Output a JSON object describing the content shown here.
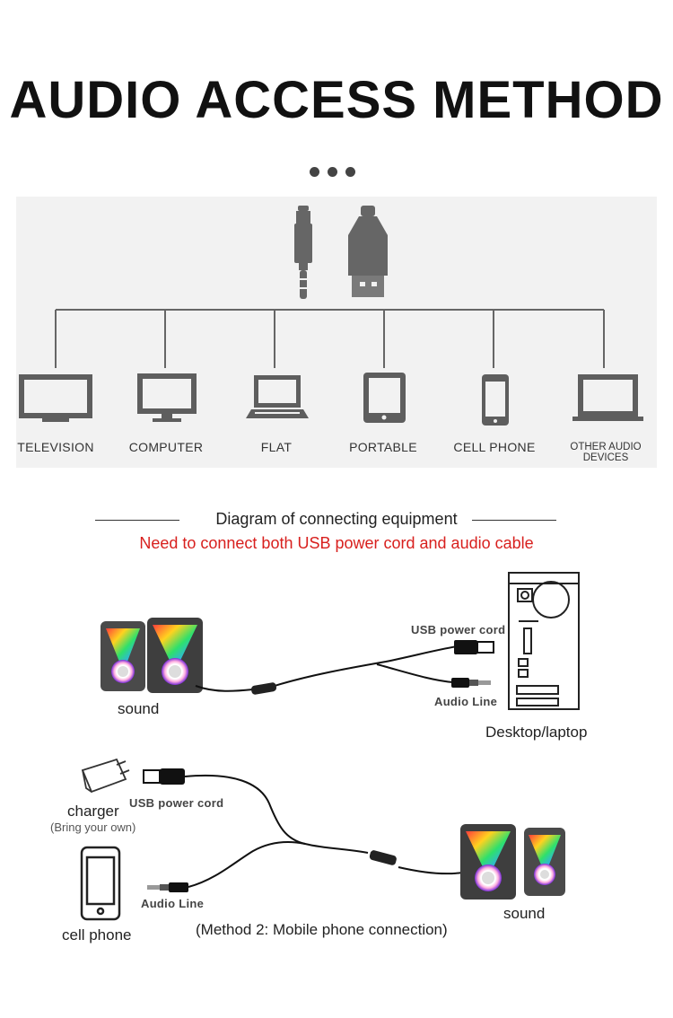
{
  "title": "AUDIO ACCESS METHOD",
  "devices": [
    {
      "label": "TELEVISION",
      "icon": "television-icon"
    },
    {
      "label": "COMPUTER",
      "icon": "computer-icon"
    },
    {
      "label": "FLAT",
      "icon": "laptop-icon"
    },
    {
      "label": "PORTABLE",
      "icon": "tablet-icon"
    },
    {
      "label": "CELL PHONE",
      "icon": "cell-phone-icon"
    },
    {
      "label": "OTHER AUDIO DEVICES",
      "icon": "monitor-icon"
    }
  ],
  "connectors": [
    {
      "icon": "audio-jack-icon"
    },
    {
      "icon": "usb-plug-icon"
    }
  ],
  "diagram": {
    "heading": "Diagram of connecting equipment",
    "warning": "Need to connect both USB power cord and audio cable",
    "warning_color": "#d8201e"
  },
  "method1": {
    "speaker_label": "sound",
    "usb_label": "USB power cord",
    "audio_label": "Audio Line",
    "pc_label": "Desktop/laptop"
  },
  "method2": {
    "charger_label": "charger",
    "charger_note": "(Bring your own)",
    "usb_label": "USB power cord",
    "audio_label": "Audio Line",
    "phone_label": "cell phone",
    "speaker_label": "sound",
    "caption": "(Method 2: Mobile phone connection)"
  }
}
